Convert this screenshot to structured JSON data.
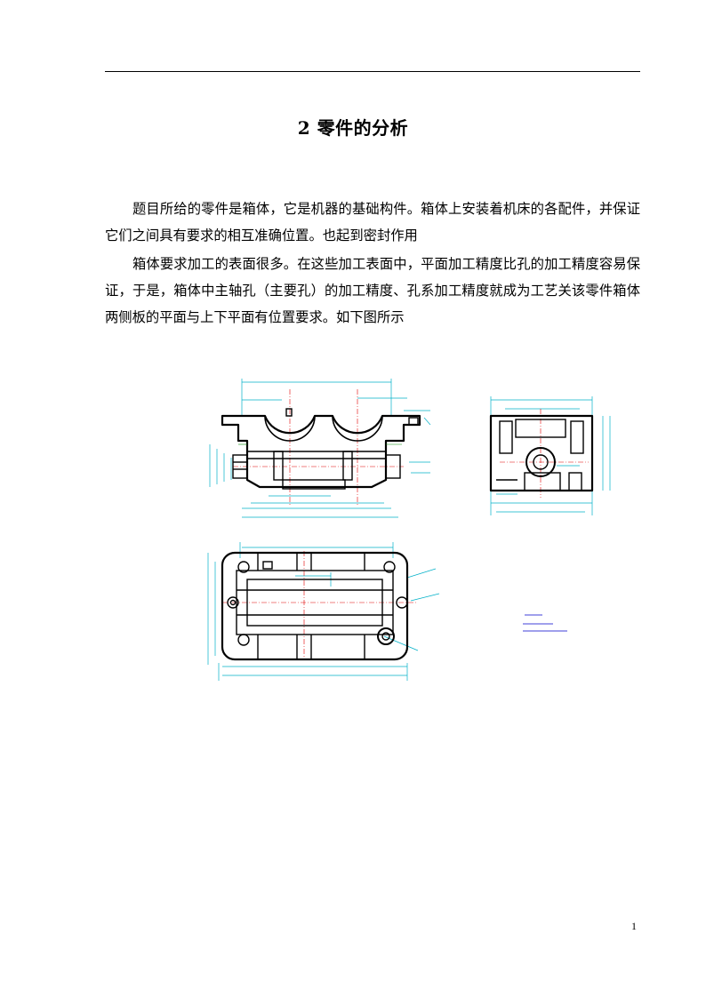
{
  "document": {
    "section_title": "2  零件的分析",
    "paragraphs": [
      "题目所给的零件是箱体，它是机器的基础构件。箱体上安装着机床的各配件，并保证它们之间具有要求的相互准确位置。也起到密封作用",
      "箱体要求加工的表面很多。在这些加工表面中，平面加工精度比孔的加工精度容易保证，于是，箱体中主轴孔（主要孔）的加工精度、孔系加工精度就成为工艺关该零件箱体两侧板的平面与上下平面有位置要求。如下图所示"
    ],
    "page_number": "1"
  },
  "colors": {
    "outline": "#000000",
    "dimension": "#00b0c8",
    "centerline": "#e00000",
    "note": "#0000cc"
  }
}
